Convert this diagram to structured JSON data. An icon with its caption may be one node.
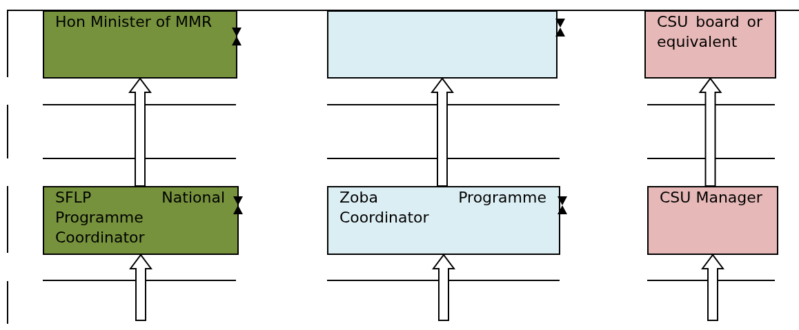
{
  "diagram": {
    "nodes": [
      {
        "text": [
          "Hon Minister of MMR"
        ]
      },
      {
        "text": [],
        "shape": "box"
      },
      {
        "text": [
          "CSU board or equivalent"
        ]
      },
      {
        "text": [
          "SFLP National Programme Coordinator"
        ]
      },
      {
        "text": [
          "Zoba Programme Coordinator"
        ]
      },
      {
        "text": [
          "CSU Manager"
        ]
      }
    ],
    "edges": [
      {
        "from": 3,
        "to": 0,
        "arrow": "to"
      },
      {
        "from": 4,
        "to": 1,
        "arrow": "to"
      },
      {
        "from": 5,
        "to": 2,
        "arrow": "to"
      },
      {
        "from": null,
        "to": 3,
        "arrow": "to"
      },
      {
        "from": null,
        "to": 4,
        "arrow": "to"
      },
      {
        "from": null,
        "to": 5,
        "arrow": "to"
      }
    ]
  }
}
